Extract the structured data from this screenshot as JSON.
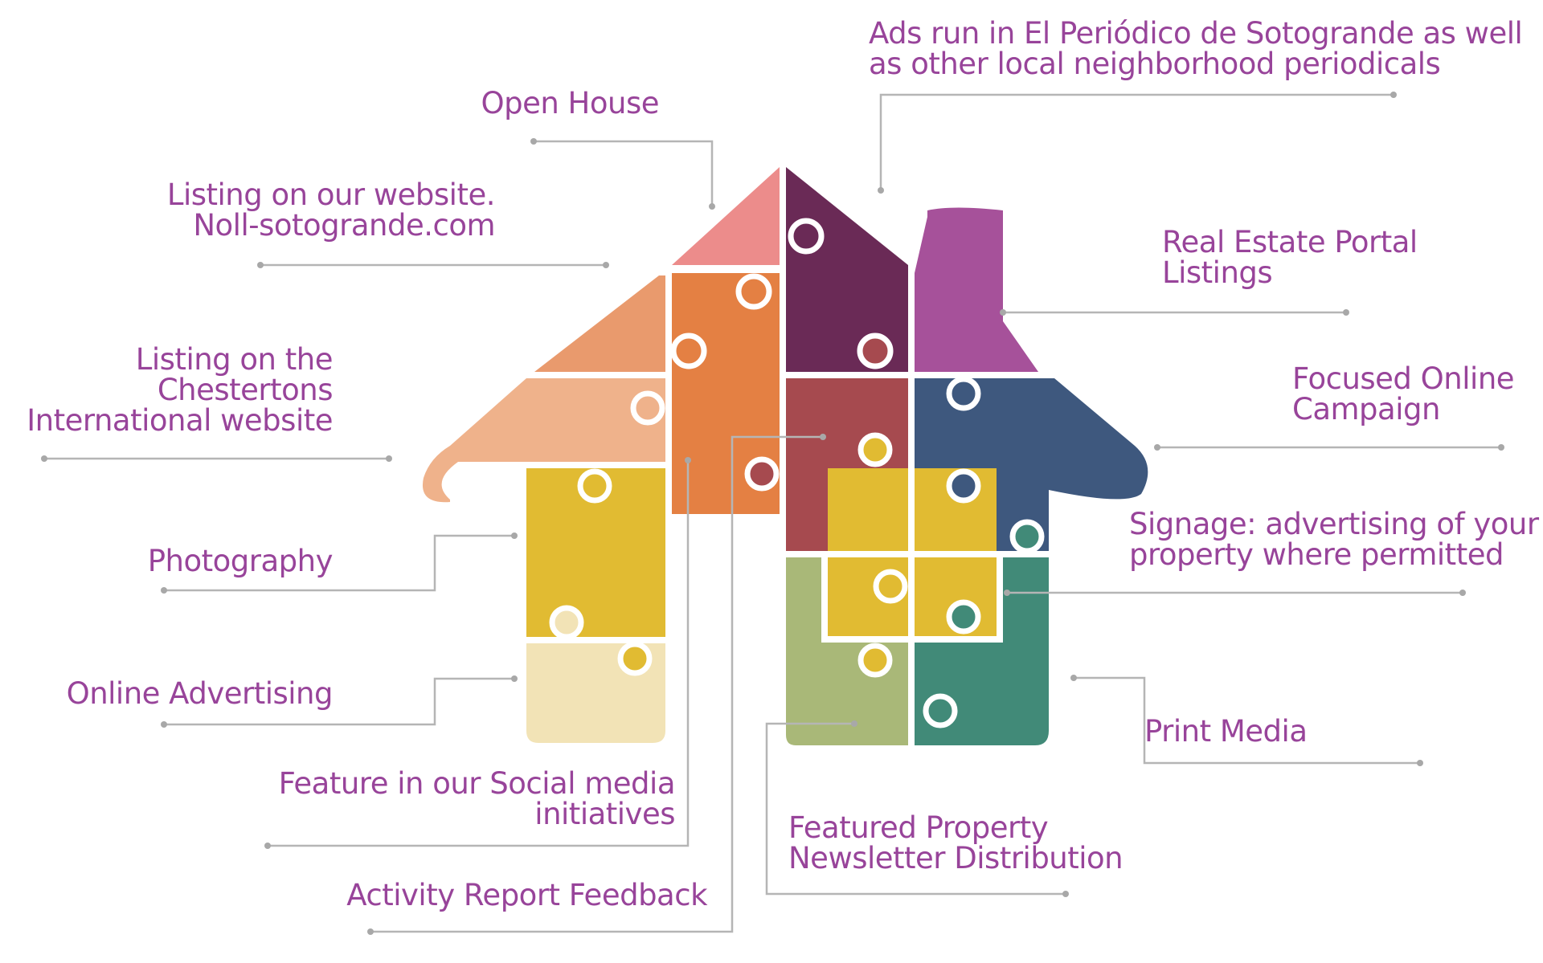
{
  "labels": {
    "ads": "Ads run in El Periódico de Sotogrande as well\nas other local neighborhood periodicals",
    "open_house": "Open House",
    "website": "Listing on our website.\nNoll-sotogrande.com",
    "portal": "Real Estate Portal\nListings",
    "chestertons": "Listing on the\nChestertons\nInternational website",
    "focused": "Focused Online\nCampaign",
    "signage": "Signage: advertising of your\nproperty where permitted",
    "photography": "Photography",
    "online_advertising": "Online Advertising",
    "print_media": "Print Media",
    "social": "Feature in our Social media\ninitiatives",
    "newsletter": "Featured Property\nNewsletter Distribution",
    "activity": "Activity Report Feedback"
  },
  "colors": {
    "label_text": "#98449a",
    "leader_line": "#b5b5b5",
    "open_house_piece": "#ec8c8b",
    "ads_piece": "#6a2a56",
    "chimney_piece": "#a6519a",
    "website_piece": "#e48043",
    "roof_left_piece": "#e99a6d",
    "chestertons_piece": "#efb28b",
    "red_piece": "#a64a4f",
    "blue_piece": "#3e587e",
    "yellow_piece": "#e1bb32",
    "cream_piece": "#f2e3b6",
    "green_piece": "#a9b878",
    "teal_piece": "#418a78"
  }
}
